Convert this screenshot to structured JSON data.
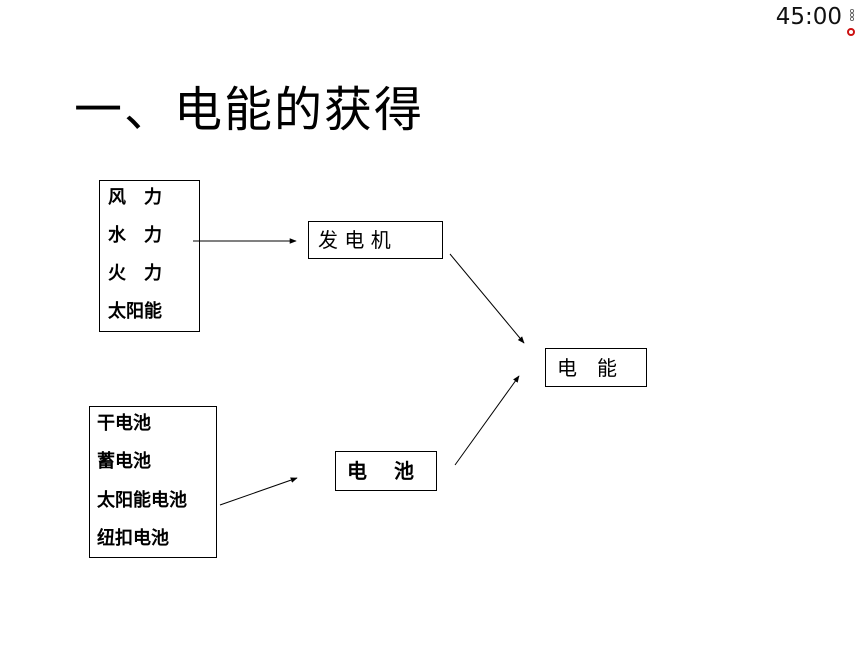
{
  "timer": {
    "display": "45:00"
  },
  "title": "一、电能的获得",
  "sources_group1": [
    "风　力",
    "水　力",
    "火　力",
    "太阳能"
  ],
  "sources_group2": [
    "干电池",
    "蓄电池",
    "太阳能电池",
    "纽扣电池"
  ],
  "generator_label": "发 电 机",
  "battery_label": "电　 池",
  "electricity_label": "电　能"
}
